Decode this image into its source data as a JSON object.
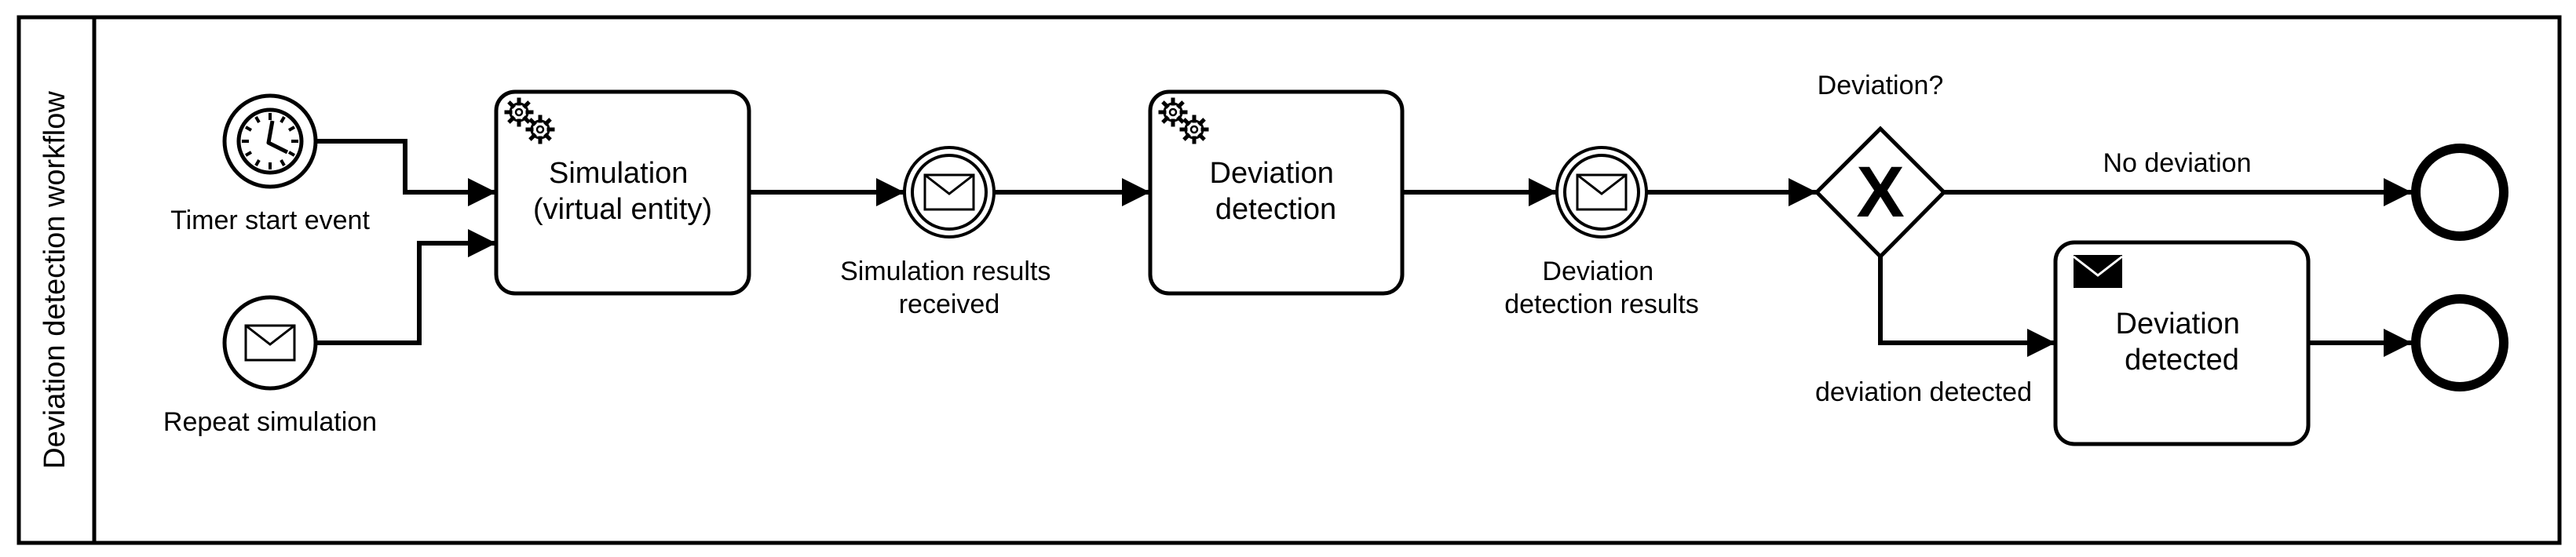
{
  "pool": {
    "label": "Deviation detection workflow"
  },
  "events": {
    "timer_start": {
      "label": "Timer start event"
    },
    "repeat_simulation": {
      "label": "Repeat simulation"
    },
    "simulation_results_received": {
      "label_lines": [
        "Simulation results",
        "received"
      ]
    },
    "deviation_detection_results": {
      "label_lines": [
        "Deviation",
        "detection results"
      ]
    }
  },
  "tasks": {
    "simulation": {
      "label_lines": [
        "Simulation",
        "(virtual entity)"
      ],
      "icon": "gears-icon"
    },
    "deviation_detection": {
      "label_lines": [
        "Deviation",
        "detection"
      ],
      "icon": "gears-icon"
    },
    "deviation_detected": {
      "label_lines": [
        "Deviation",
        "detected"
      ],
      "icon": "envelope-filled-icon"
    }
  },
  "gateway": {
    "label": "Deviation?",
    "type": "exclusive",
    "marker": "X"
  },
  "flows": {
    "no_deviation": {
      "label": "No deviation"
    },
    "deviation_detected": {
      "label": "deviation detected"
    }
  },
  "colors": {
    "stroke": "#000000",
    "background": "#ffffff"
  }
}
